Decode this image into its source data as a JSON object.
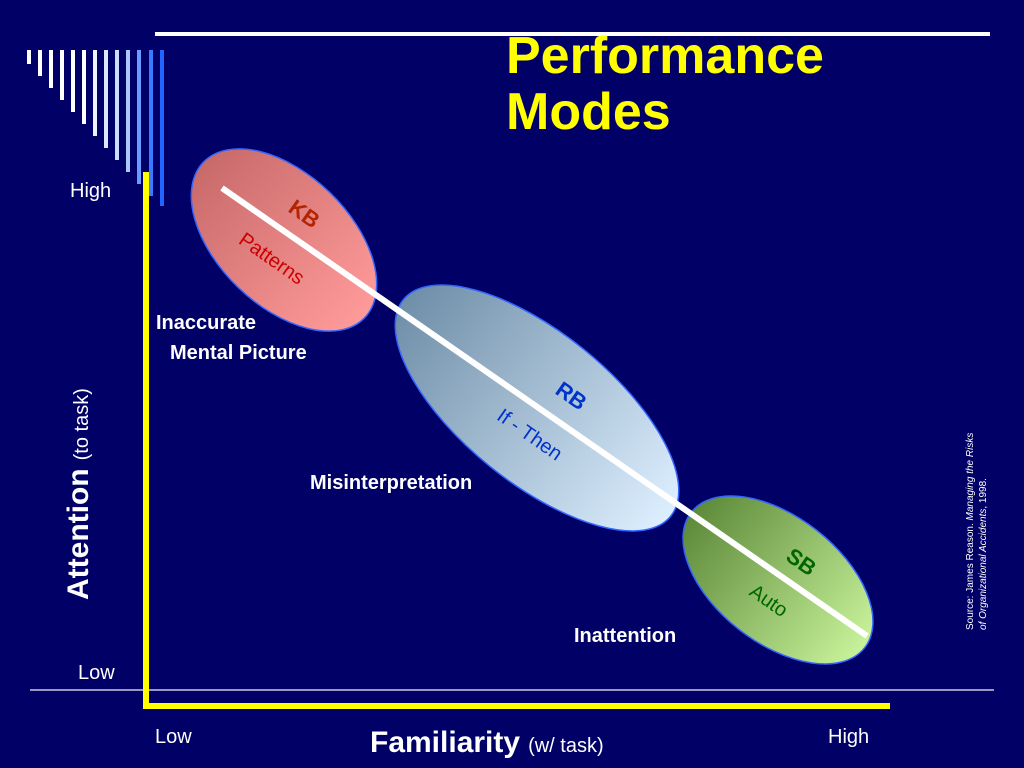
{
  "title": {
    "line1": "Performance",
    "line2": "Modes"
  },
  "axes": {
    "y_label": "Attention",
    "y_sub": "(to task)",
    "y_high": "High",
    "y_low": "Low",
    "x_label": "Familiarity",
    "x_sub": "(w/ task)",
    "x_low": "Low",
    "x_high": "High"
  },
  "modes": [
    {
      "code": "KB",
      "name": "Patterns",
      "code_color": "#b32400",
      "name_color": "#cc0000"
    },
    {
      "code": "RB",
      "name": "If - Then",
      "code_color": "#0033cc",
      "name_color": "#0033cc"
    },
    {
      "code": "SB",
      "name": "Auto",
      "code_color": "#006600",
      "name_color": "#006600"
    }
  ],
  "error_labels": {
    "kb_line1": "Inaccurate",
    "kb_line2": "Mental Picture",
    "rb": "Misinterpretation",
    "sb": "Inattention"
  },
  "source": {
    "line1_plain": "Source: James Reason. ",
    "line1_italic": "Managing the Risks",
    "line2_italic": "of Organizational Accidents",
    "line2_plain": ", 1998."
  },
  "colors": {
    "background": "#000066",
    "title": "#ffff00",
    "axis_lines": "#ffff00",
    "text": "#ffffff"
  }
}
